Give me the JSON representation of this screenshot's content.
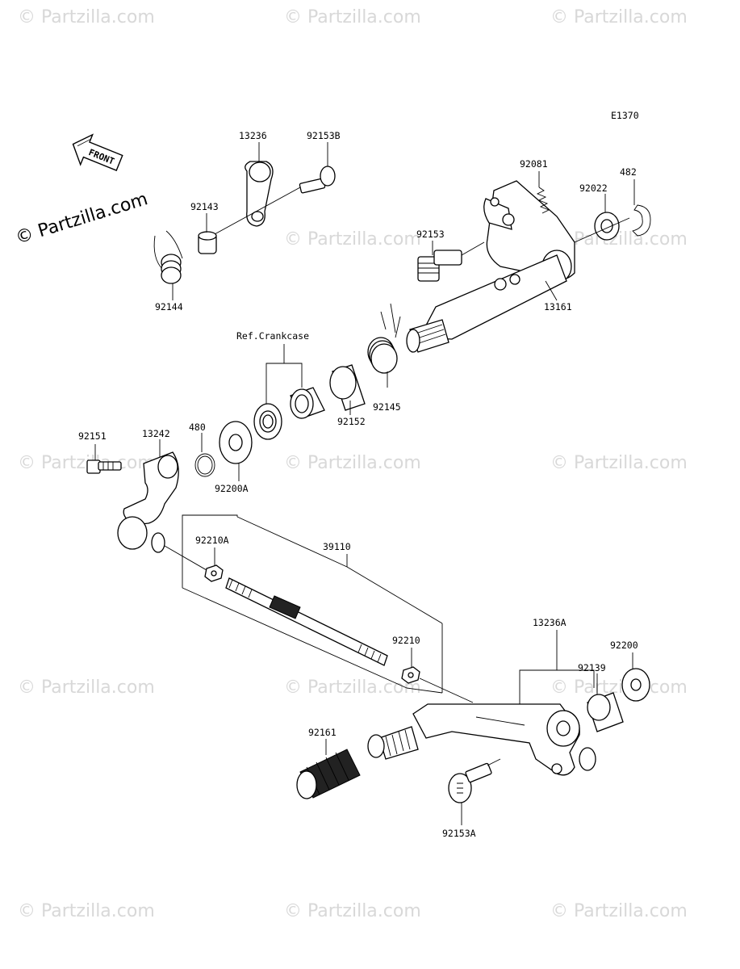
{
  "diagram_code": "E1370",
  "brand": "© Partzilla.com",
  "watermark": "© Partzilla.com",
  "front_arrow_label": "FRONT",
  "reference_label": "Ref.Crankcase",
  "parts": {
    "p13236": "13236",
    "p92153B": "92153B",
    "p92143": "92143",
    "p92144": "92144",
    "p92081": "92081",
    "p482": "482",
    "p92022": "92022",
    "p92153": "92153",
    "p13161": "13161",
    "p92145": "92145",
    "p92152": "92152",
    "p92151": "92151",
    "p13242": "13242",
    "p480": "480",
    "p92200A": "92200A",
    "p39110": "39110",
    "p92210A": "92210A",
    "p92210": "92210",
    "p13236A": "13236A",
    "p92200": "92200",
    "p92139": "92139",
    "p92161": "92161",
    "p92153A": "92153A"
  }
}
